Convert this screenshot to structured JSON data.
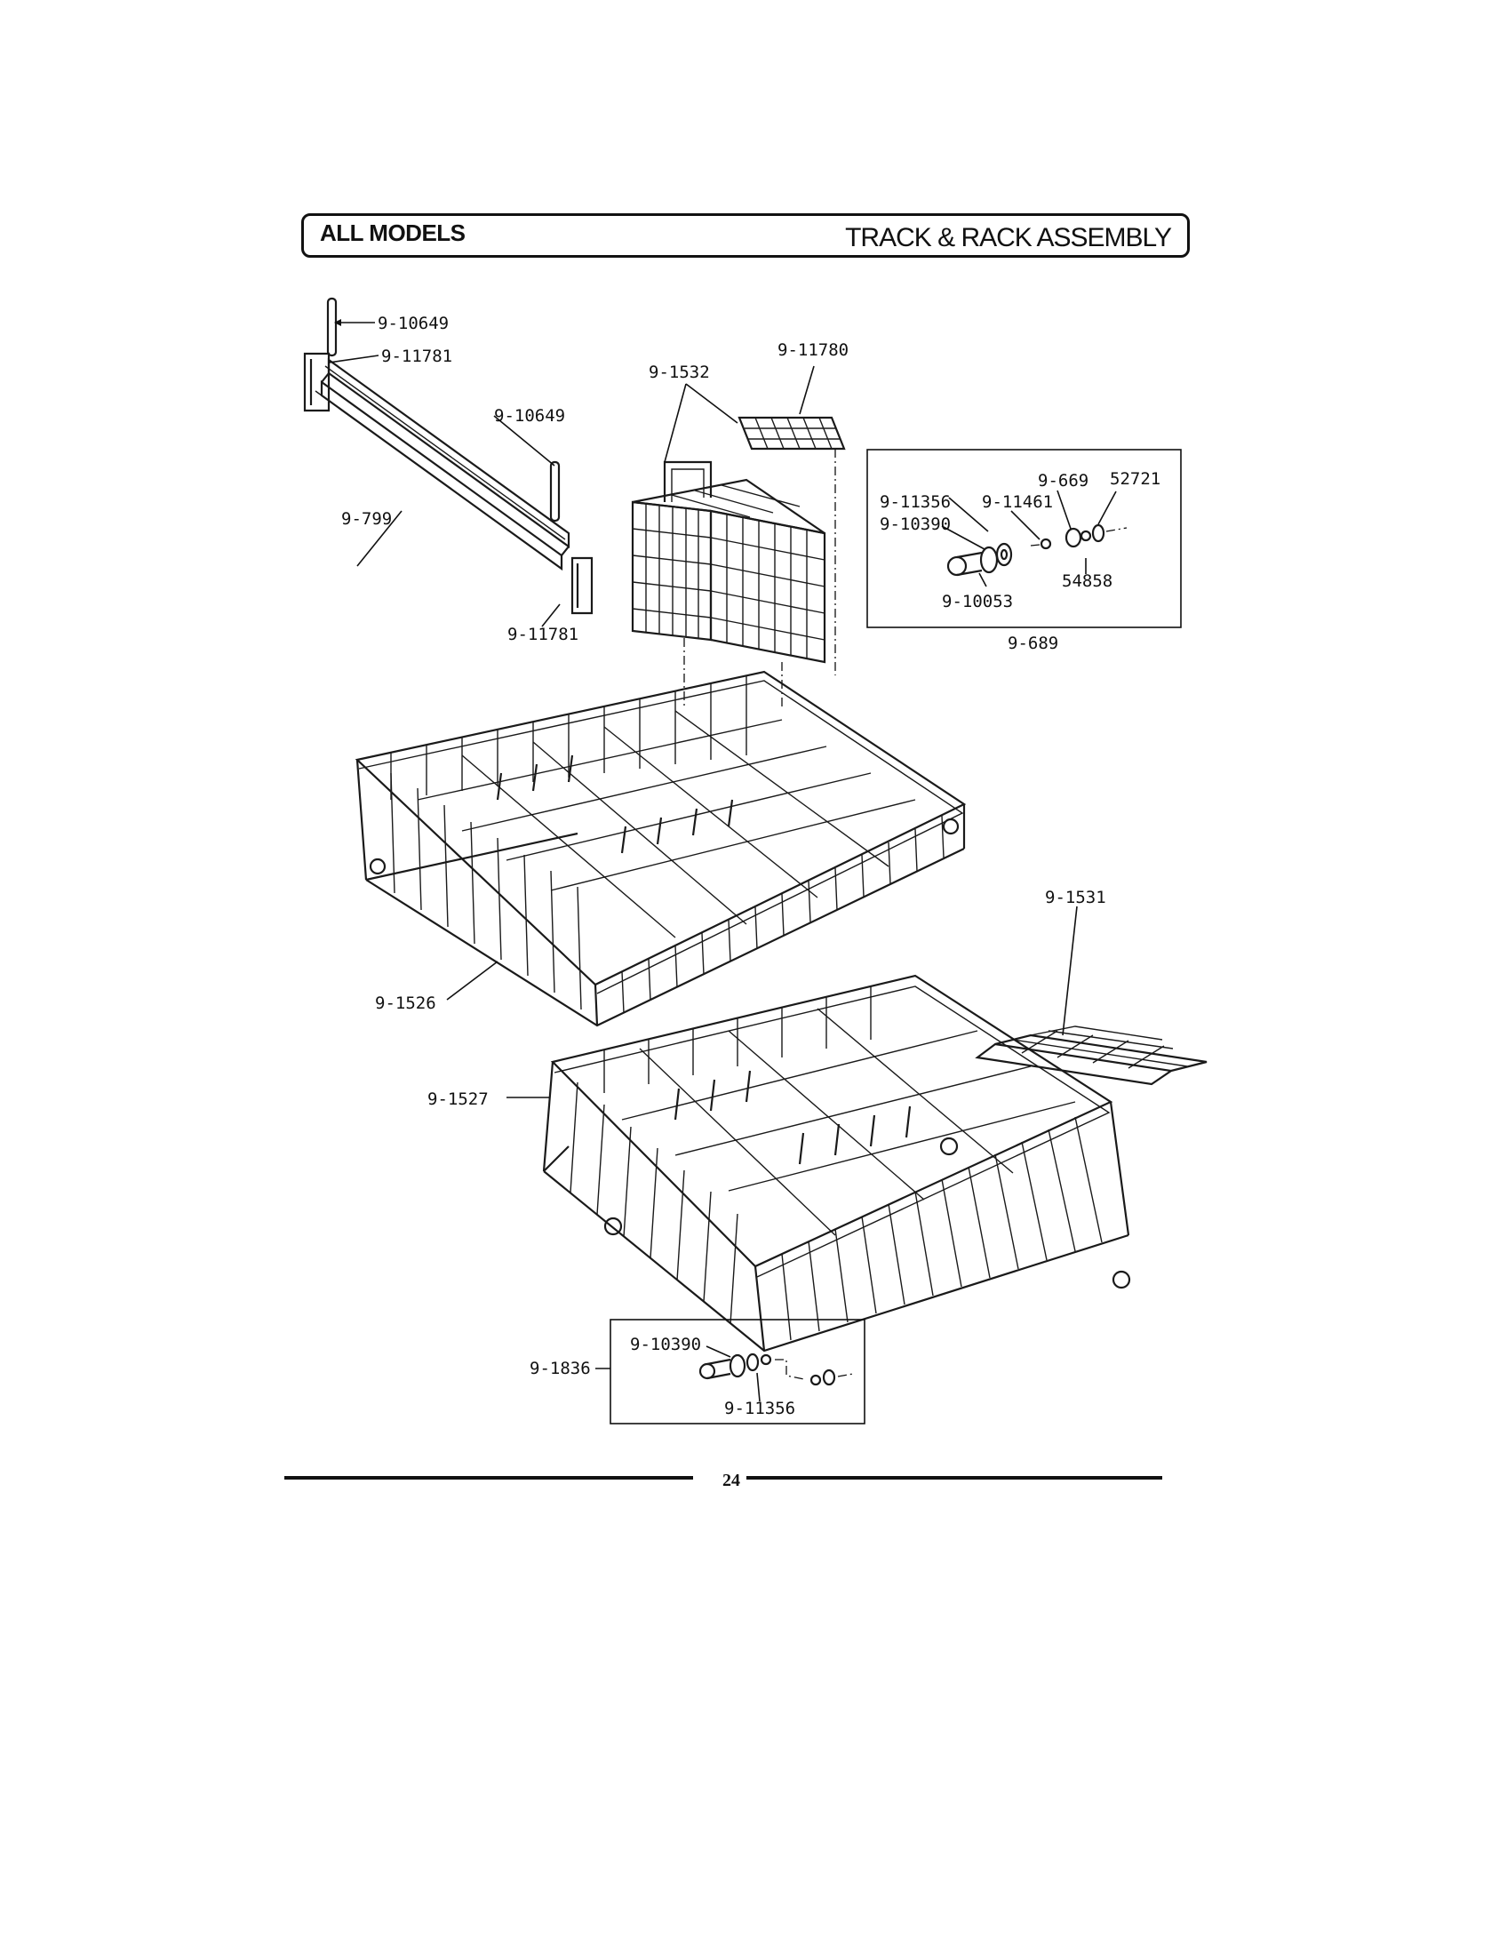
{
  "header": {
    "left_title": "ALL MODELS",
    "right_title": "TRACK & RACK ASSEMBLY"
  },
  "labels": {
    "stop_pin_top": "9-10649",
    "track_end_cap_top": "9-11781",
    "stop_pin_mid": "9-10649",
    "track": "9-799",
    "track_end_cap_bottom": "9-11781",
    "basket": "9-1532",
    "basket_cover": "9-11780",
    "roller_assembly": "9-689",
    "roller_669": "9-669",
    "roller_52721": "52721",
    "roller_11356": "9-11356",
    "roller_11461": "9-11461",
    "roller_10390": "9-10390",
    "roller_54858": "54858",
    "roller_10053": "9-10053",
    "upper_rack": "9-1526",
    "lower_rack": "9-1527",
    "shelf": "9-1531",
    "lower_roller_assembly": "9-1836",
    "lower_roller_10390": "9-10390",
    "lower_roller_11356": "9-11356"
  },
  "page_number": "24"
}
